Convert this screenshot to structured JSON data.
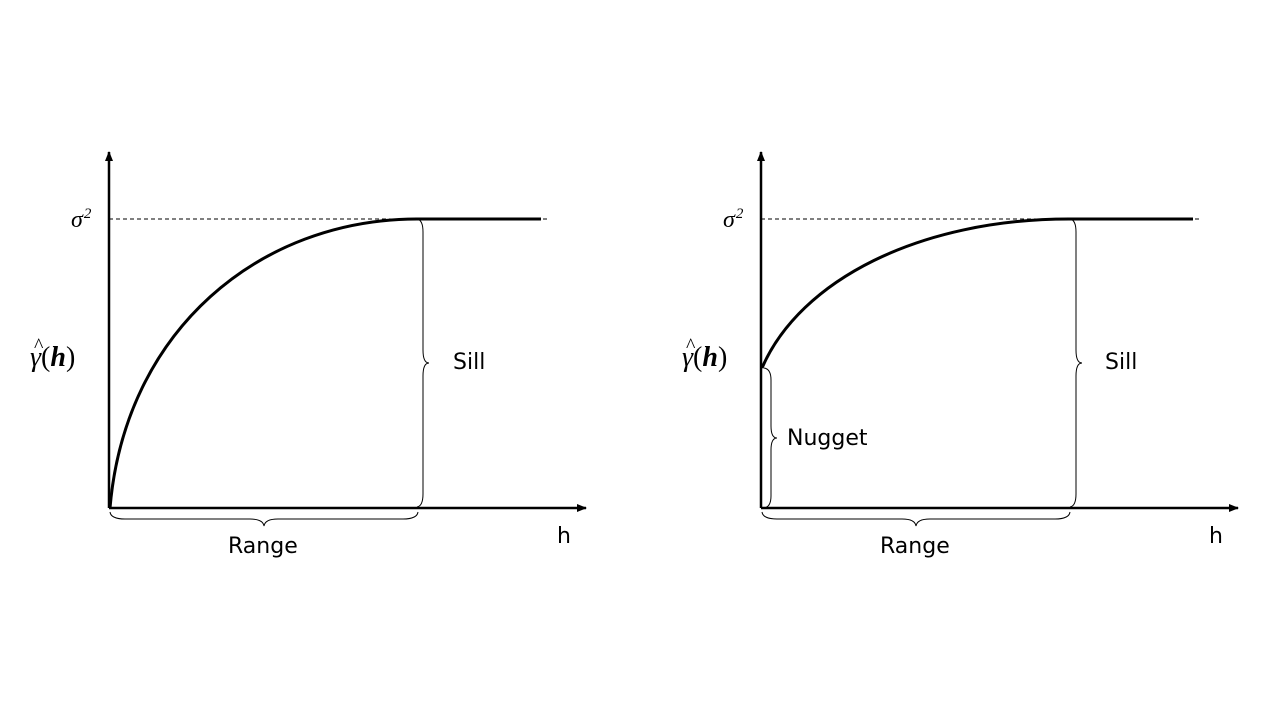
{
  "panels": [
    {
      "id": "without-nugget",
      "y_axis_symbol": "γ",
      "y_axis_argument": "h",
      "sill_level_label": "σ",
      "sill_level_exponent": "2",
      "x_axis_label": "h",
      "sill_label": "Sill",
      "range_label": "Range",
      "nugget_label": ""
    },
    {
      "id": "with-nugget",
      "y_axis_symbol": "γ",
      "y_axis_argument": "h",
      "sill_level_label": "σ",
      "sill_level_exponent": "2",
      "x_axis_label": "h",
      "sill_label": "Sill",
      "range_label": "Range",
      "nugget_label": "Nugget"
    }
  ],
  "colors": {
    "stroke": "#000000",
    "background": "#ffffff"
  }
}
